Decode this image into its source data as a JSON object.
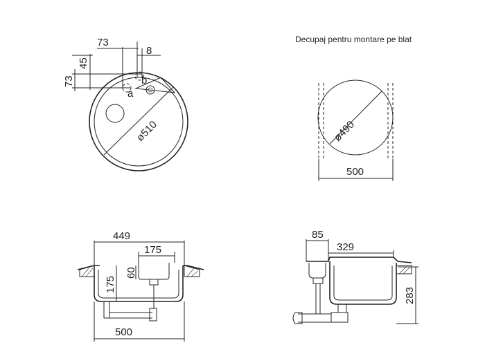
{
  "caption": "Decupaj pentru montare pe blat",
  "top_view": {
    "dim_73_top": "73",
    "dim_8": "8",
    "dim_45": "45",
    "dim_73_left": "73",
    "diameter": "ø510",
    "label_a": "a",
    "label_b": "b"
  },
  "cutout_view": {
    "diameter": "ø490",
    "width": "500"
  },
  "front_view": {
    "dim_449": "449",
    "dim_175_top": "175",
    "dim_60": "60",
    "dim_175_left": "175",
    "dim_500": "500"
  },
  "side_view": {
    "dim_85": "85",
    "dim_329": "329",
    "dim_283": "283"
  }
}
